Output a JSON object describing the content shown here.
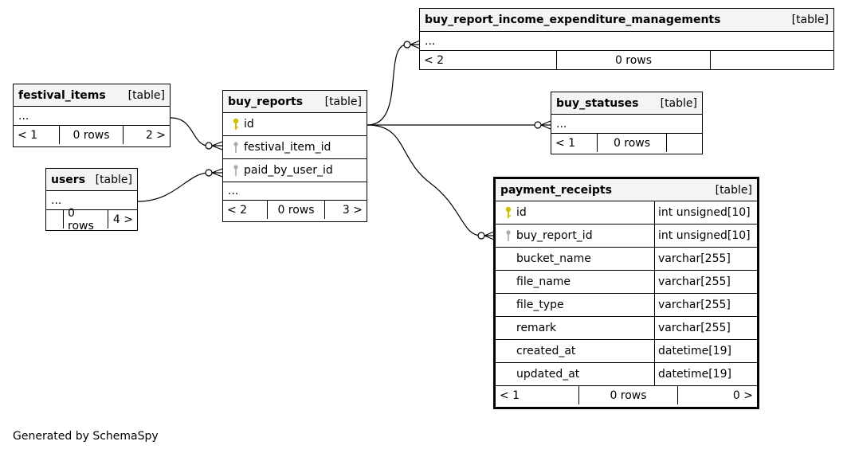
{
  "tables": {
    "festival_items": {
      "name": "festival_items",
      "tag": "[table]",
      "ellipsis": "...",
      "foot_left": "< 1",
      "foot_mid": "0 rows",
      "foot_right": "2 >"
    },
    "users": {
      "name": "users",
      "tag": "[table]",
      "ellipsis": "...",
      "foot_left": "",
      "foot_mid": "0 rows",
      "foot_right": "4 >"
    },
    "buy_reports": {
      "name": "buy_reports",
      "tag": "[table]",
      "cols": [
        "id",
        "festival_item_id",
        "paid_by_user_id"
      ],
      "ellipsis": "...",
      "foot_left": "< 2",
      "foot_mid": "0 rows",
      "foot_right": "3 >"
    },
    "bri": {
      "name": "buy_report_income_expenditure_managements",
      "tag": "[table]",
      "ellipsis": "...",
      "foot_left": "< 2",
      "foot_mid": "0 rows",
      "foot_right": ""
    },
    "buy_statuses": {
      "name": "buy_statuses",
      "tag": "[table]",
      "ellipsis": "...",
      "foot_left": "< 1",
      "foot_mid": "0 rows",
      "foot_right": ""
    },
    "payment_receipts": {
      "name": "payment_receipts",
      "tag": "[table]",
      "cols": [
        {
          "name": "id",
          "type": "int unsigned[10]"
        },
        {
          "name": "buy_report_id",
          "type": "int unsigned[10]"
        },
        {
          "name": "bucket_name",
          "type": "varchar[255]"
        },
        {
          "name": "file_name",
          "type": "varchar[255]"
        },
        {
          "name": "file_type",
          "type": "varchar[255]"
        },
        {
          "name": "remark",
          "type": "varchar[255]"
        },
        {
          "name": "created_at",
          "type": "datetime[19]"
        },
        {
          "name": "updated_at",
          "type": "datetime[19]"
        }
      ],
      "foot_left": "< 1",
      "foot_mid": "0 rows",
      "foot_right": "0 >"
    }
  },
  "colors": {
    "primary_key": "#d4c000",
    "foreign_key": "#aaaaaa"
  },
  "credit": "Generated by SchemaSpy"
}
